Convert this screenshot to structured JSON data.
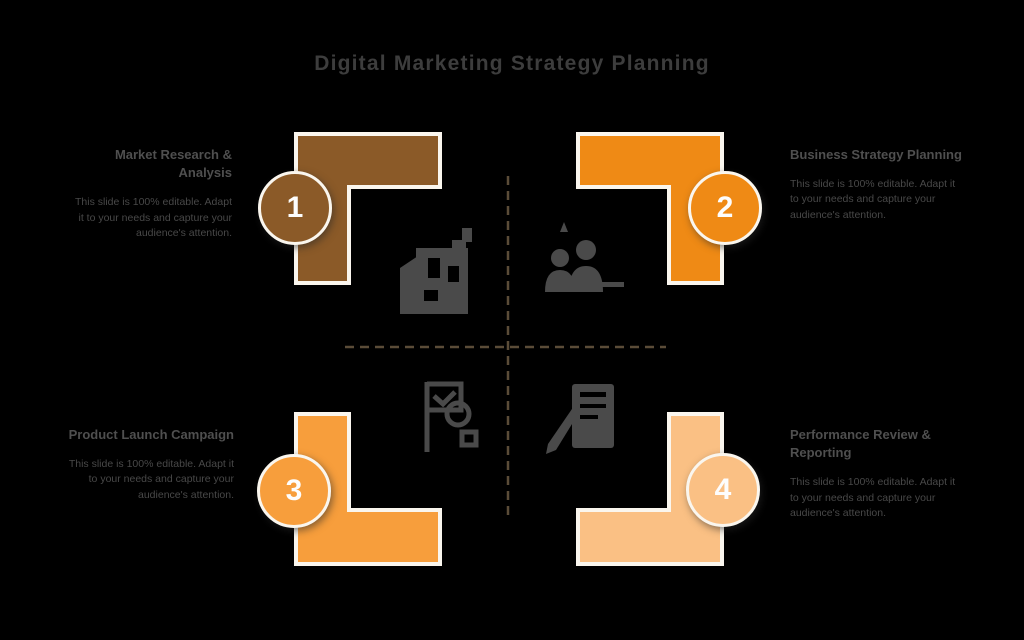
{
  "title": "Digital Marketing Strategy Planning",
  "colors": {
    "background": "#000000",
    "shape_outline": "#faf6ee",
    "icon": "#4a4a4a",
    "divider": "#5b4c38",
    "title_text": "#3d3d3d",
    "heading_text": "#4f4f4f",
    "body_text": "#484848"
  },
  "quadrants": [
    {
      "number": "1",
      "color": "#8b5a28",
      "heading": "Market Research & Analysis",
      "body": "This slide is 100% editable. Adapt it to your needs and capture your audience's attention."
    },
    {
      "number": "2",
      "color": "#ef8a15",
      "heading": "Business Strategy Planning",
      "body": "This slide is 100% editable. Adapt it to your needs and capture your audience's attention."
    },
    {
      "number": "3",
      "color": "#f79e3c",
      "heading": "Product Launch Campaign",
      "body": "This slide is 100% editable. Adapt it to your needs and capture your audience's attention."
    },
    {
      "number": "4",
      "color": "#fac084",
      "heading": "Performance Review & Reporting",
      "body": "This slide is 100% editable. Adapt it to your needs and capture your audience's attention."
    }
  ]
}
